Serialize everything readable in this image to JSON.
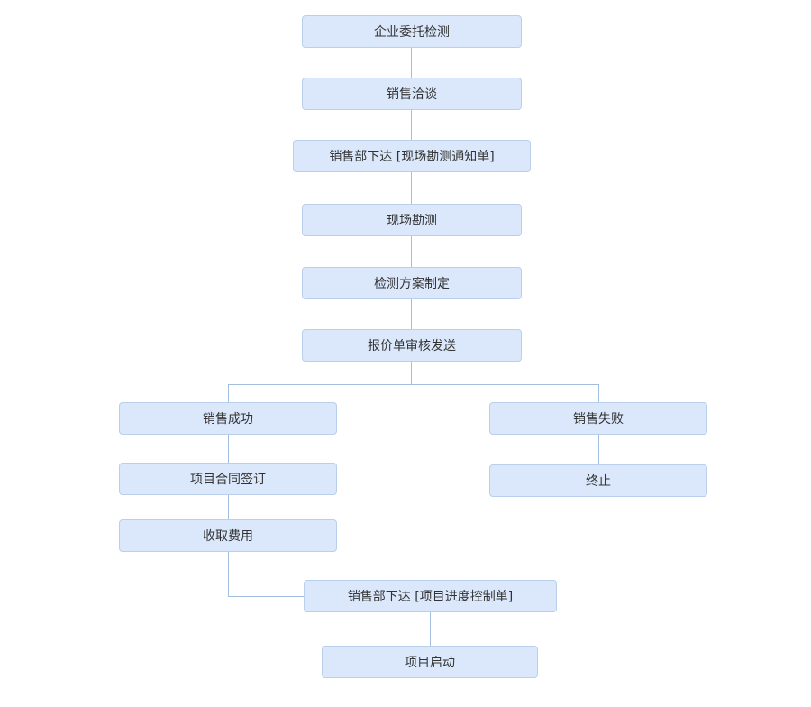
{
  "diagram": {
    "type": "flowchart",
    "colors": {
      "node_fill": "#dbe8fc",
      "node_border": "#b9cfec",
      "connector": "#a3bfe0",
      "text": "#333333"
    },
    "nodes": [
      {
        "label": "企业委托检测"
      },
      {
        "label": "销售洽谈"
      },
      {
        "label": "销售部下达 [现场勘测通知单]"
      },
      {
        "label": "现场勘测"
      },
      {
        "label": "检测方案制定"
      },
      {
        "label": "报价单审核发送"
      },
      {
        "label": "销售成功"
      },
      {
        "label": "销售失败"
      },
      {
        "label": "项目合同签订"
      },
      {
        "label": "终止"
      },
      {
        "label": "收取费用"
      },
      {
        "label": "销售部下达 [项目进度控制单]"
      },
      {
        "label": "项目启动"
      }
    ],
    "edges": [
      {
        "from": 0,
        "to": 1
      },
      {
        "from": 1,
        "to": 2
      },
      {
        "from": 2,
        "to": 3
      },
      {
        "from": 3,
        "to": 4
      },
      {
        "from": 4,
        "to": 5
      },
      {
        "from": 5,
        "to": 6
      },
      {
        "from": 5,
        "to": 7
      },
      {
        "from": 6,
        "to": 8
      },
      {
        "from": 7,
        "to": 9
      },
      {
        "from": 8,
        "to": 10
      },
      {
        "from": 10,
        "to": 11
      },
      {
        "from": 11,
        "to": 12
      }
    ]
  }
}
